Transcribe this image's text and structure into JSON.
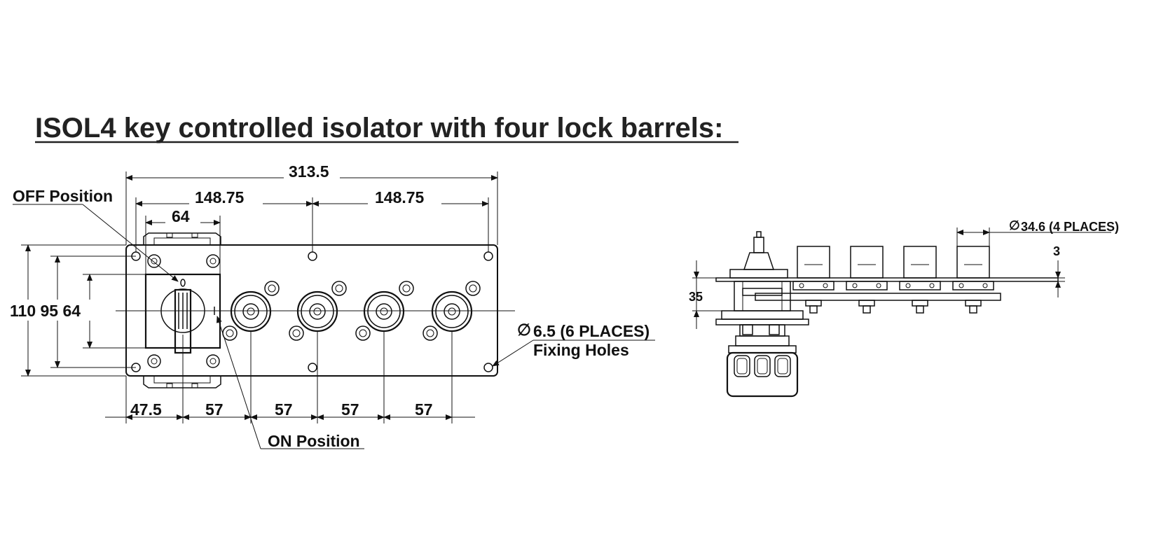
{
  "title": "ISOL4 key controlled isolator with four lock barrels:",
  "front_view": {
    "dim_overall_width": "313.5",
    "dim_half_left": "148.75",
    "dim_half_right": "148.75",
    "dim_switch_width": "64",
    "dim_height_labels": "110 95 64",
    "dim_bottom": [
      "47.5",
      "57",
      "57",
      "57",
      "57"
    ],
    "label_off": "OFF Position",
    "label_on": "ON Position",
    "label_holes_dia": "6.5 (6 PLACES)",
    "label_holes": "Fixing Holes",
    "diameter_symbol": "∅"
  },
  "side_view": {
    "label_barrel_dia": "34.6 (4 PLACES)",
    "dim_depth": "35",
    "dim_plate": "3",
    "diameter_symbol": "∅"
  }
}
